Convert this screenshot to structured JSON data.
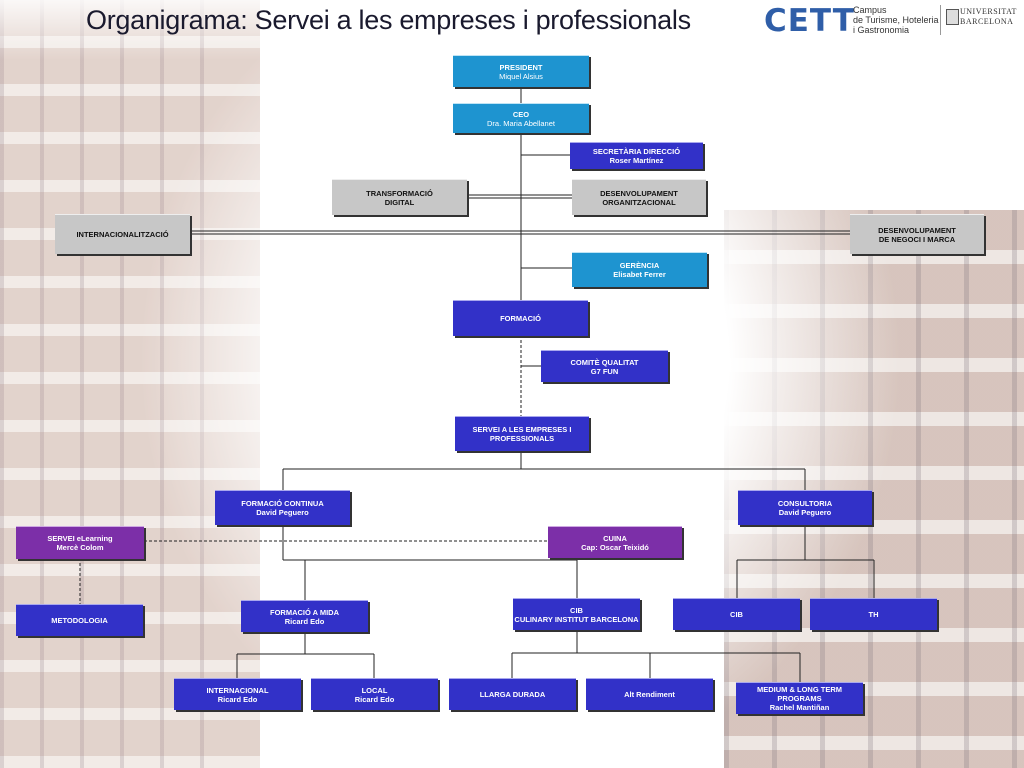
{
  "title": "Organigrama: Servei a les empreses i professionals",
  "logo": {
    "cett": "CETT",
    "campus_lines": [
      "Campus",
      "de Turisme, Hoteleria",
      "i Gastronomia"
    ],
    "ub_lines": [
      "UNIVERSITAT",
      "BARCELONA"
    ]
  },
  "colors": {
    "cyan": "#1e94d0",
    "blue": "#3231c8",
    "purple": "#7c2fa8",
    "gray": "#c7c7c7"
  },
  "nodes": {
    "president": {
      "l1": "PRESIDENT",
      "l2": "Miquel Alsius"
    },
    "ceo": {
      "l1": "CEO",
      "l2": "Dra. Maria Abellanet"
    },
    "secretaria": {
      "l1": "SECRETÀRIA DIRECCIÓ",
      "l2": "Roser Martínez"
    },
    "transformacio": {
      "l1": "TRANSFORMACIÓ",
      "l2": "DIGITAL"
    },
    "desenvolupament_org": {
      "l1": "DESENVOLUPAMENT",
      "l2": "ORGANITZACIONAL"
    },
    "internacionalitzacio": {
      "l1": "INTERNACIONALITZACIÓ",
      "l2": ""
    },
    "desenvolupament_negoci": {
      "l1": "DESENVOLUPAMENT",
      "l2": "DE NEGOCI I MARCA"
    },
    "gerencia": {
      "l1": "GERÈNCIA",
      "l2": "Elisabet Ferrer"
    },
    "formacio": {
      "l1": "FORMACIÓ",
      "l2": ""
    },
    "comite": {
      "l1": "COMITÈ QUALITAT",
      "l2": "G7 FUN"
    },
    "servei_empreses": {
      "l1": "SERVEI A LES EMPRESES I",
      "l2": "PROFESSIONALS"
    },
    "formacio_continua": {
      "l1": "FORMACIÓ CONTINUA",
      "l2": "David Peguero"
    },
    "consultoria": {
      "l1": "CONSULTORIA",
      "l2": "David Peguero"
    },
    "elearning": {
      "l1": "SERVEI eLearning",
      "l2": "Mercè Colom"
    },
    "cuina": {
      "l1": "CUINA",
      "l2": "Cap: Oscar Teixidó"
    },
    "metodologia": {
      "l1": "METODOLOGIA",
      "l2": ""
    },
    "formacio_mida": {
      "l1": "FORMACIÓ A  MIDA",
      "l2": "Ricard Edo"
    },
    "cib_culinary": {
      "l1": "CIB",
      "l2": "CULINARY INSTITUT BARCELONA"
    },
    "cib": {
      "l1": "CIB",
      "l2": ""
    },
    "th": {
      "l1": "TH",
      "l2": ""
    },
    "internacional": {
      "l1": "INTERNACIONAL",
      "l2": "Ricard Edo"
    },
    "local": {
      "l1": "LOCAL",
      "l2": "Ricard Edo"
    },
    "llarga": {
      "l1": "LLARGA DURADA",
      "l2": ""
    },
    "alt": {
      "l1": "Alt Rendiment",
      "l2": ""
    },
    "medium": {
      "l1": "MEDIUM & LONG TERM",
      "l2": "PROGRAMS",
      "l3": "Rachel Mantiñan"
    }
  }
}
